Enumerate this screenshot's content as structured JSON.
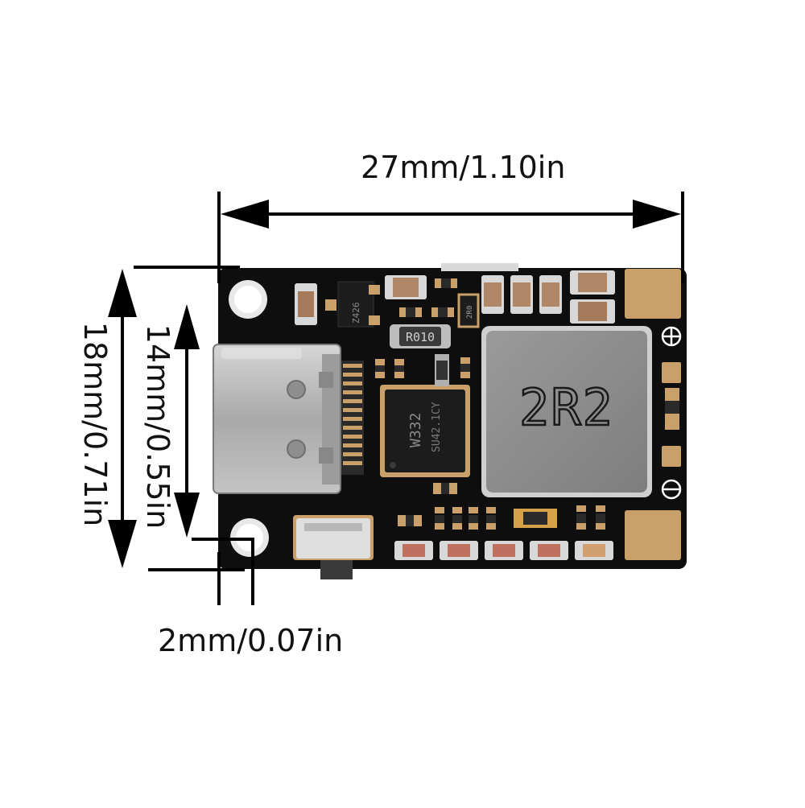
{
  "dimensions": {
    "width_label": "27mm/1.10in",
    "height_label": "18mm/0.71in",
    "usb_height_label": "14mm/0.55in",
    "hole_offset_label": "2mm/0.07in"
  },
  "board_markings": {
    "inductor": "2R2",
    "chip_line1": "W332",
    "chip_line2": "SU42.1CY",
    "resistor": "R010",
    "transistor": "Z426",
    "small_resistor": "2R0",
    "plus_symbol": "⊕",
    "minus_symbol": "⊖"
  },
  "colors": {
    "board": "#0e0e0e",
    "pad_gold": "#c9a06a",
    "inductor": "#8d8d8d",
    "usb_metal": "#b9b9b9",
    "arrow": "#000000"
  }
}
